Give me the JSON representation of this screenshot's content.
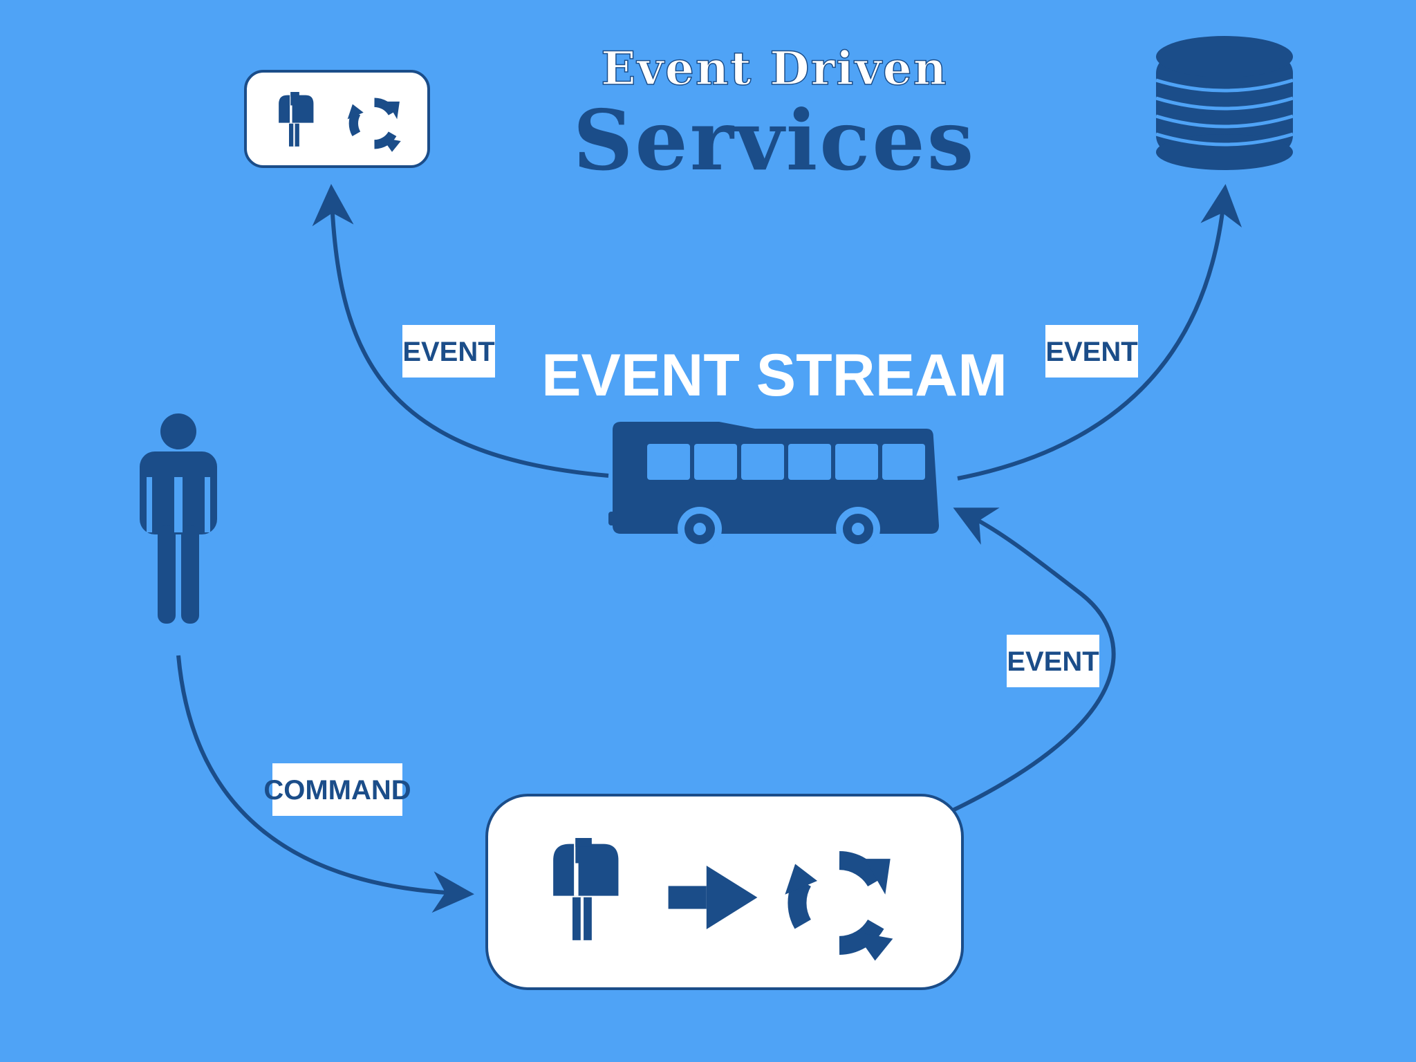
{
  "title": {
    "line1": "Event Driven",
    "line2": "Services"
  },
  "stream_label": "EVENT STREAM",
  "labels": {
    "event_left": "EVENT",
    "event_right": "EVENT",
    "event_return": "EVENT",
    "command": "COMMAND"
  },
  "icons": {
    "actor": "person-icon",
    "stream": "bus-icon",
    "store": "database-icon",
    "inbox": "mailbox-icon",
    "process": "cycle-arrows-icon",
    "flow": "right-arrow-icon"
  },
  "colors": {
    "background": "#4FA3F6",
    "primary": "#1B4D89",
    "card": "#FFFFFF"
  }
}
